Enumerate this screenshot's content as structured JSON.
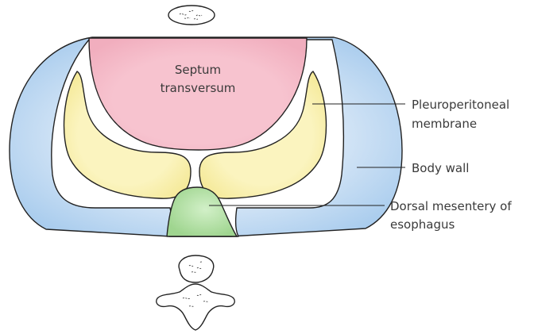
{
  "labels": {
    "septum_line1": "Septum",
    "septum_line2": "transversum",
    "pleuro_line1": "Pleuroperitoneal",
    "pleuro_line2": "membrane",
    "body_wall": "Body wall",
    "dorsal_line1": "Dorsal mesentery of",
    "dorsal_line2": "esophagus"
  },
  "colors": {
    "septum": "#f7c3cf",
    "pleuroperitoneal_membrane": "#fbf4bf",
    "body_wall": "#d4e5f6",
    "body_wall_edge": "#a7cbed",
    "dorsal_mesentery": "#9fd58f",
    "dorsal_mesentery_highlight": "#d2f0c8",
    "outline": "#222222",
    "label_text": "#3a3a3a"
  }
}
